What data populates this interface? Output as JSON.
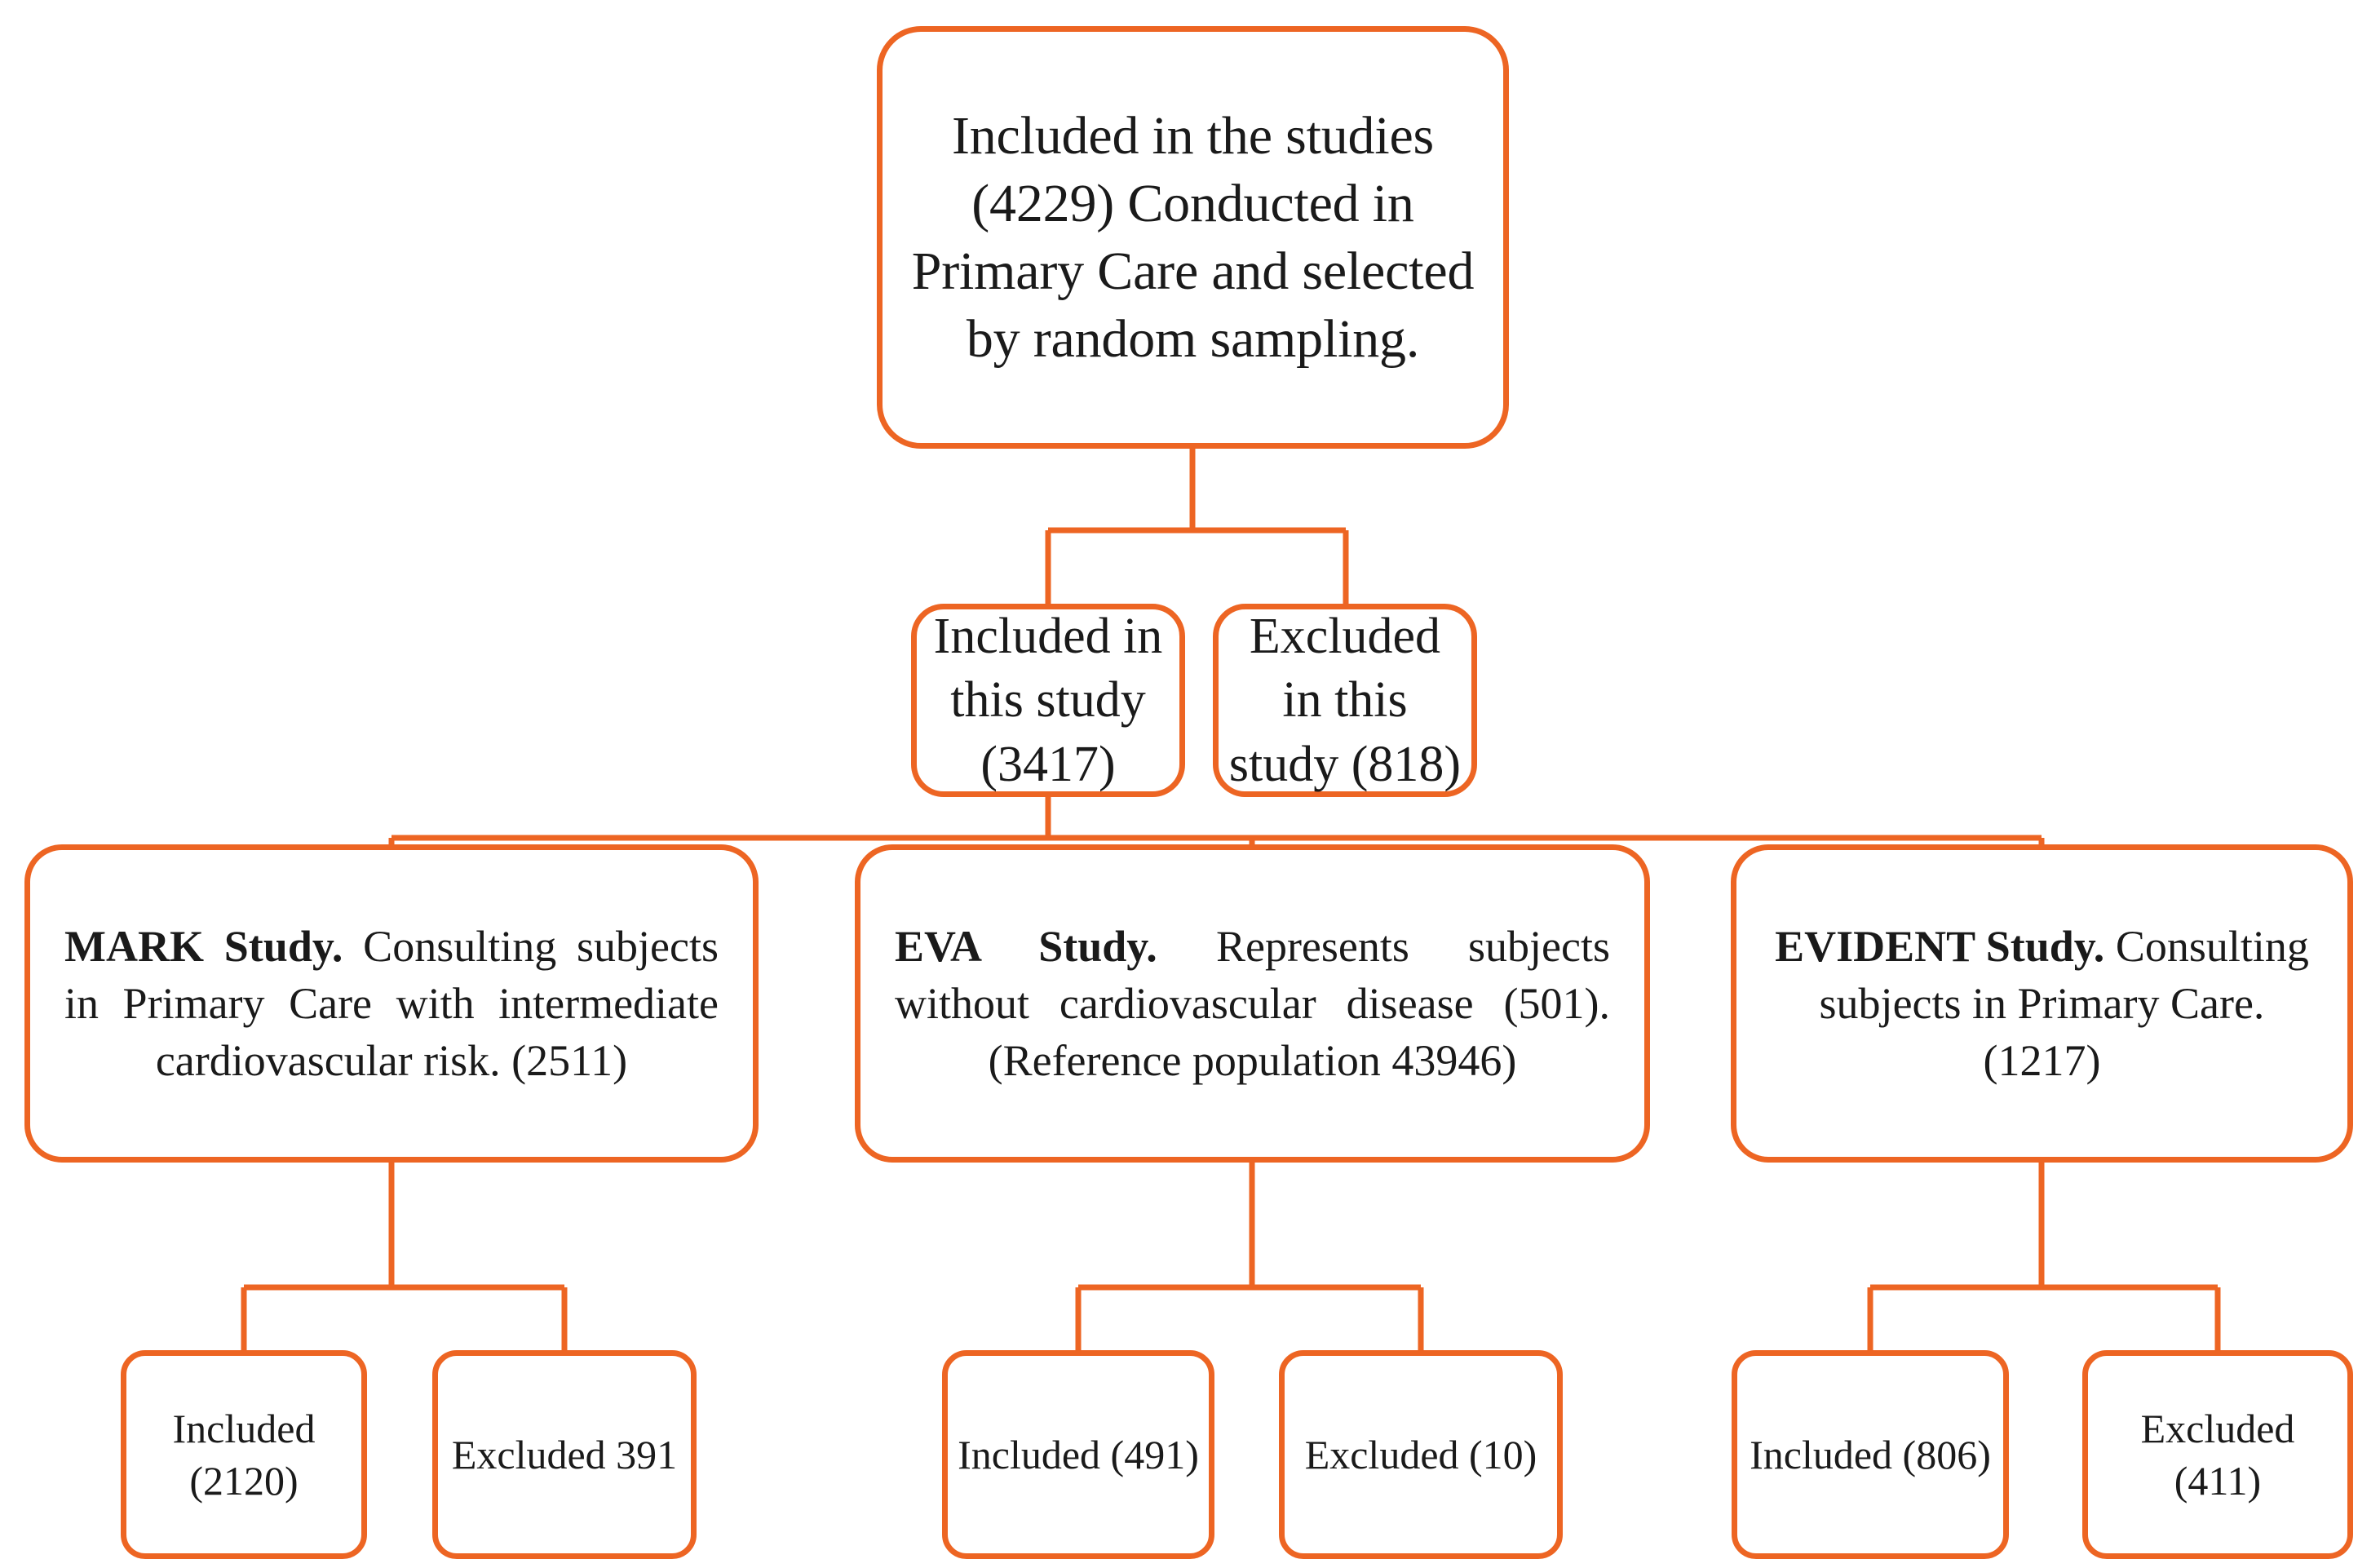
{
  "diagram": {
    "type": "flowchart",
    "accent_color": "#ED6523",
    "text_color": "#1a1a1a",
    "background_color": "#ffffff",
    "nodes": {
      "root": {
        "text": "Included in the studies (4229) Conducted in Primary Care and selected by random sampling."
      },
      "included_study": {
        "text": "Included in this study (3417)"
      },
      "excluded_study": {
        "text": "Excluded in this study (818)"
      },
      "mark": {
        "name": "MARK Study.",
        "description": " Consulting subjects in Primary Care with intermediate cardiovascular risk. (2511)"
      },
      "eva": {
        "name": "EVA Study.",
        "description": " Represents subjects without cardiovascular disease (501). (Reference population 43946)"
      },
      "evident": {
        "name": "EVIDENT Study.",
        "description": " Consulting subjects in Primary Care. (1217)"
      },
      "mark_included": {
        "text": "Included (2120)"
      },
      "mark_excluded": {
        "text": "Excluded 391"
      },
      "eva_included": {
        "text": "Included (491)"
      },
      "eva_excluded": {
        "text": "Excluded (10)"
      },
      "evident_included": {
        "text": "Included (806)"
      },
      "evident_excluded": {
        "text": "Excluded (411)"
      }
    }
  }
}
